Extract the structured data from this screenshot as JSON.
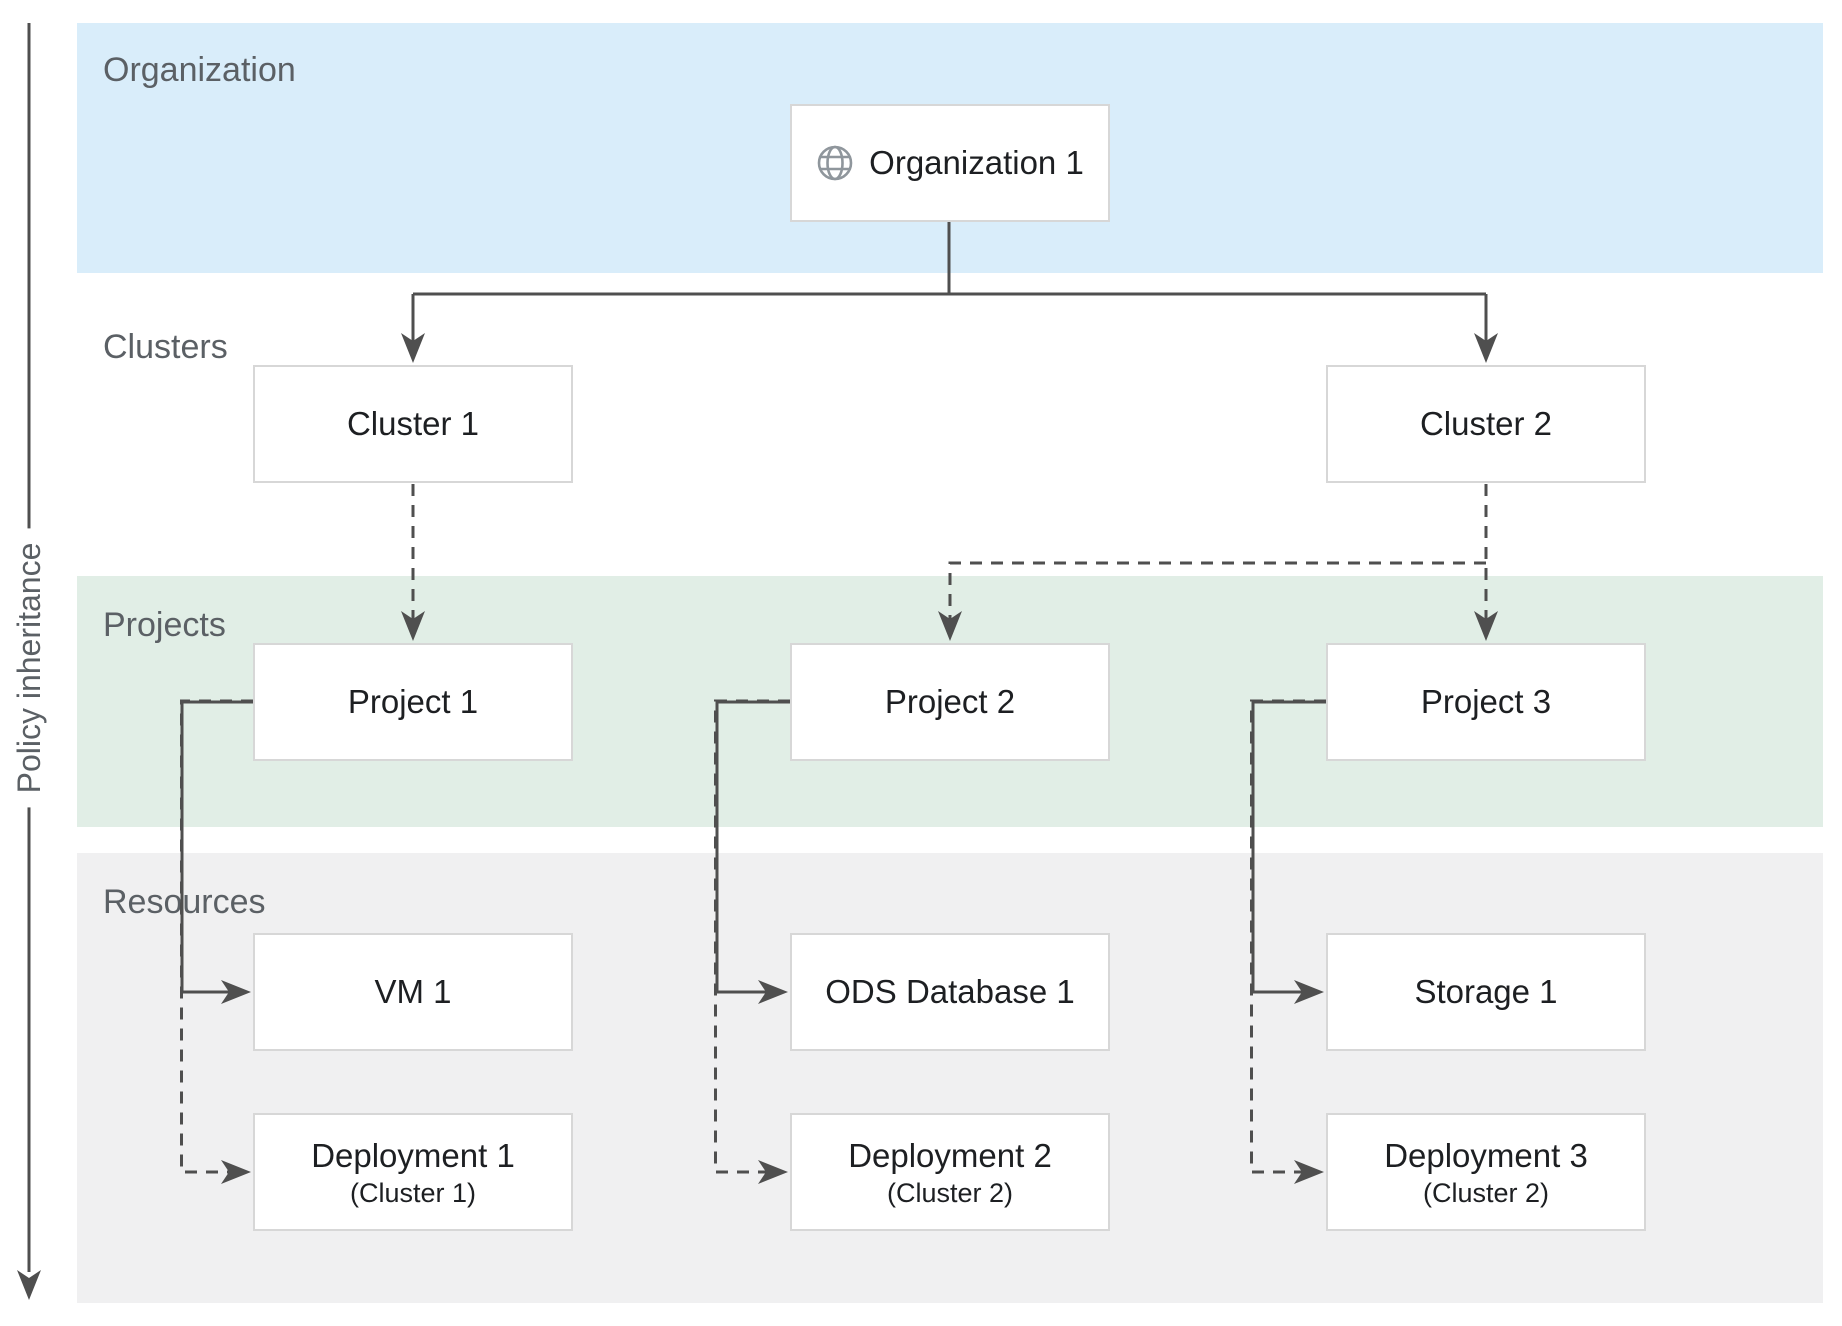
{
  "bands": {
    "organization": {
      "label": "Organization"
    },
    "clusters": {
      "label": "Clusters"
    },
    "projects": {
      "label": "Projects"
    },
    "resources": {
      "label": "Resources"
    }
  },
  "policy_arrow": {
    "label": "Policy inheritance",
    "direction": "down"
  },
  "nodes": {
    "org1": {
      "label": "Organization 1",
      "icon": "globe-icon"
    },
    "cluster1": {
      "label": "Cluster 1"
    },
    "cluster2": {
      "label": "Cluster 2"
    },
    "project1": {
      "label": "Project 1"
    },
    "project2": {
      "label": "Project 2"
    },
    "project3": {
      "label": "Project 3"
    },
    "vm1": {
      "label": "VM 1"
    },
    "ods1": {
      "label": "ODS Database 1"
    },
    "storage1": {
      "label": "Storage 1"
    },
    "deployment1": {
      "label": "Deployment 1",
      "sublabel": "(Cluster 1)"
    },
    "deployment2": {
      "label": "Deployment 2",
      "sublabel": "(Cluster 2)"
    },
    "deployment3": {
      "label": "Deployment 3",
      "sublabel": "(Cluster 2)"
    }
  },
  "edges": [
    {
      "from": "org1",
      "to": "cluster1",
      "style": "solid"
    },
    {
      "from": "org1",
      "to": "cluster2",
      "style": "solid"
    },
    {
      "from": "cluster1",
      "to": "project1",
      "style": "dashed"
    },
    {
      "from": "cluster2",
      "to": "project2",
      "style": "dashed"
    },
    {
      "from": "cluster2",
      "to": "project3",
      "style": "dashed"
    },
    {
      "from": "project1",
      "to": "vm1",
      "style": "solid"
    },
    {
      "from": "project1",
      "to": "deployment1",
      "style": "dashed"
    },
    {
      "from": "project2",
      "to": "ods1",
      "style": "solid"
    },
    {
      "from": "project2",
      "to": "deployment2",
      "style": "dashed"
    },
    {
      "from": "project3",
      "to": "storage1",
      "style": "solid"
    },
    {
      "from": "project3",
      "to": "deployment3",
      "style": "dashed"
    }
  ],
  "colors": {
    "band_organization": "#d9edfa",
    "band_projects": "#e1eee6",
    "band_resources": "#f0f0f1",
    "connector": "#4f4f4f",
    "box_border": "#d7d7d7",
    "box_bg": "#ffffff",
    "box_text": "#1d1f22",
    "band_label_text": "#5b6065",
    "icon": "#8f969c"
  }
}
